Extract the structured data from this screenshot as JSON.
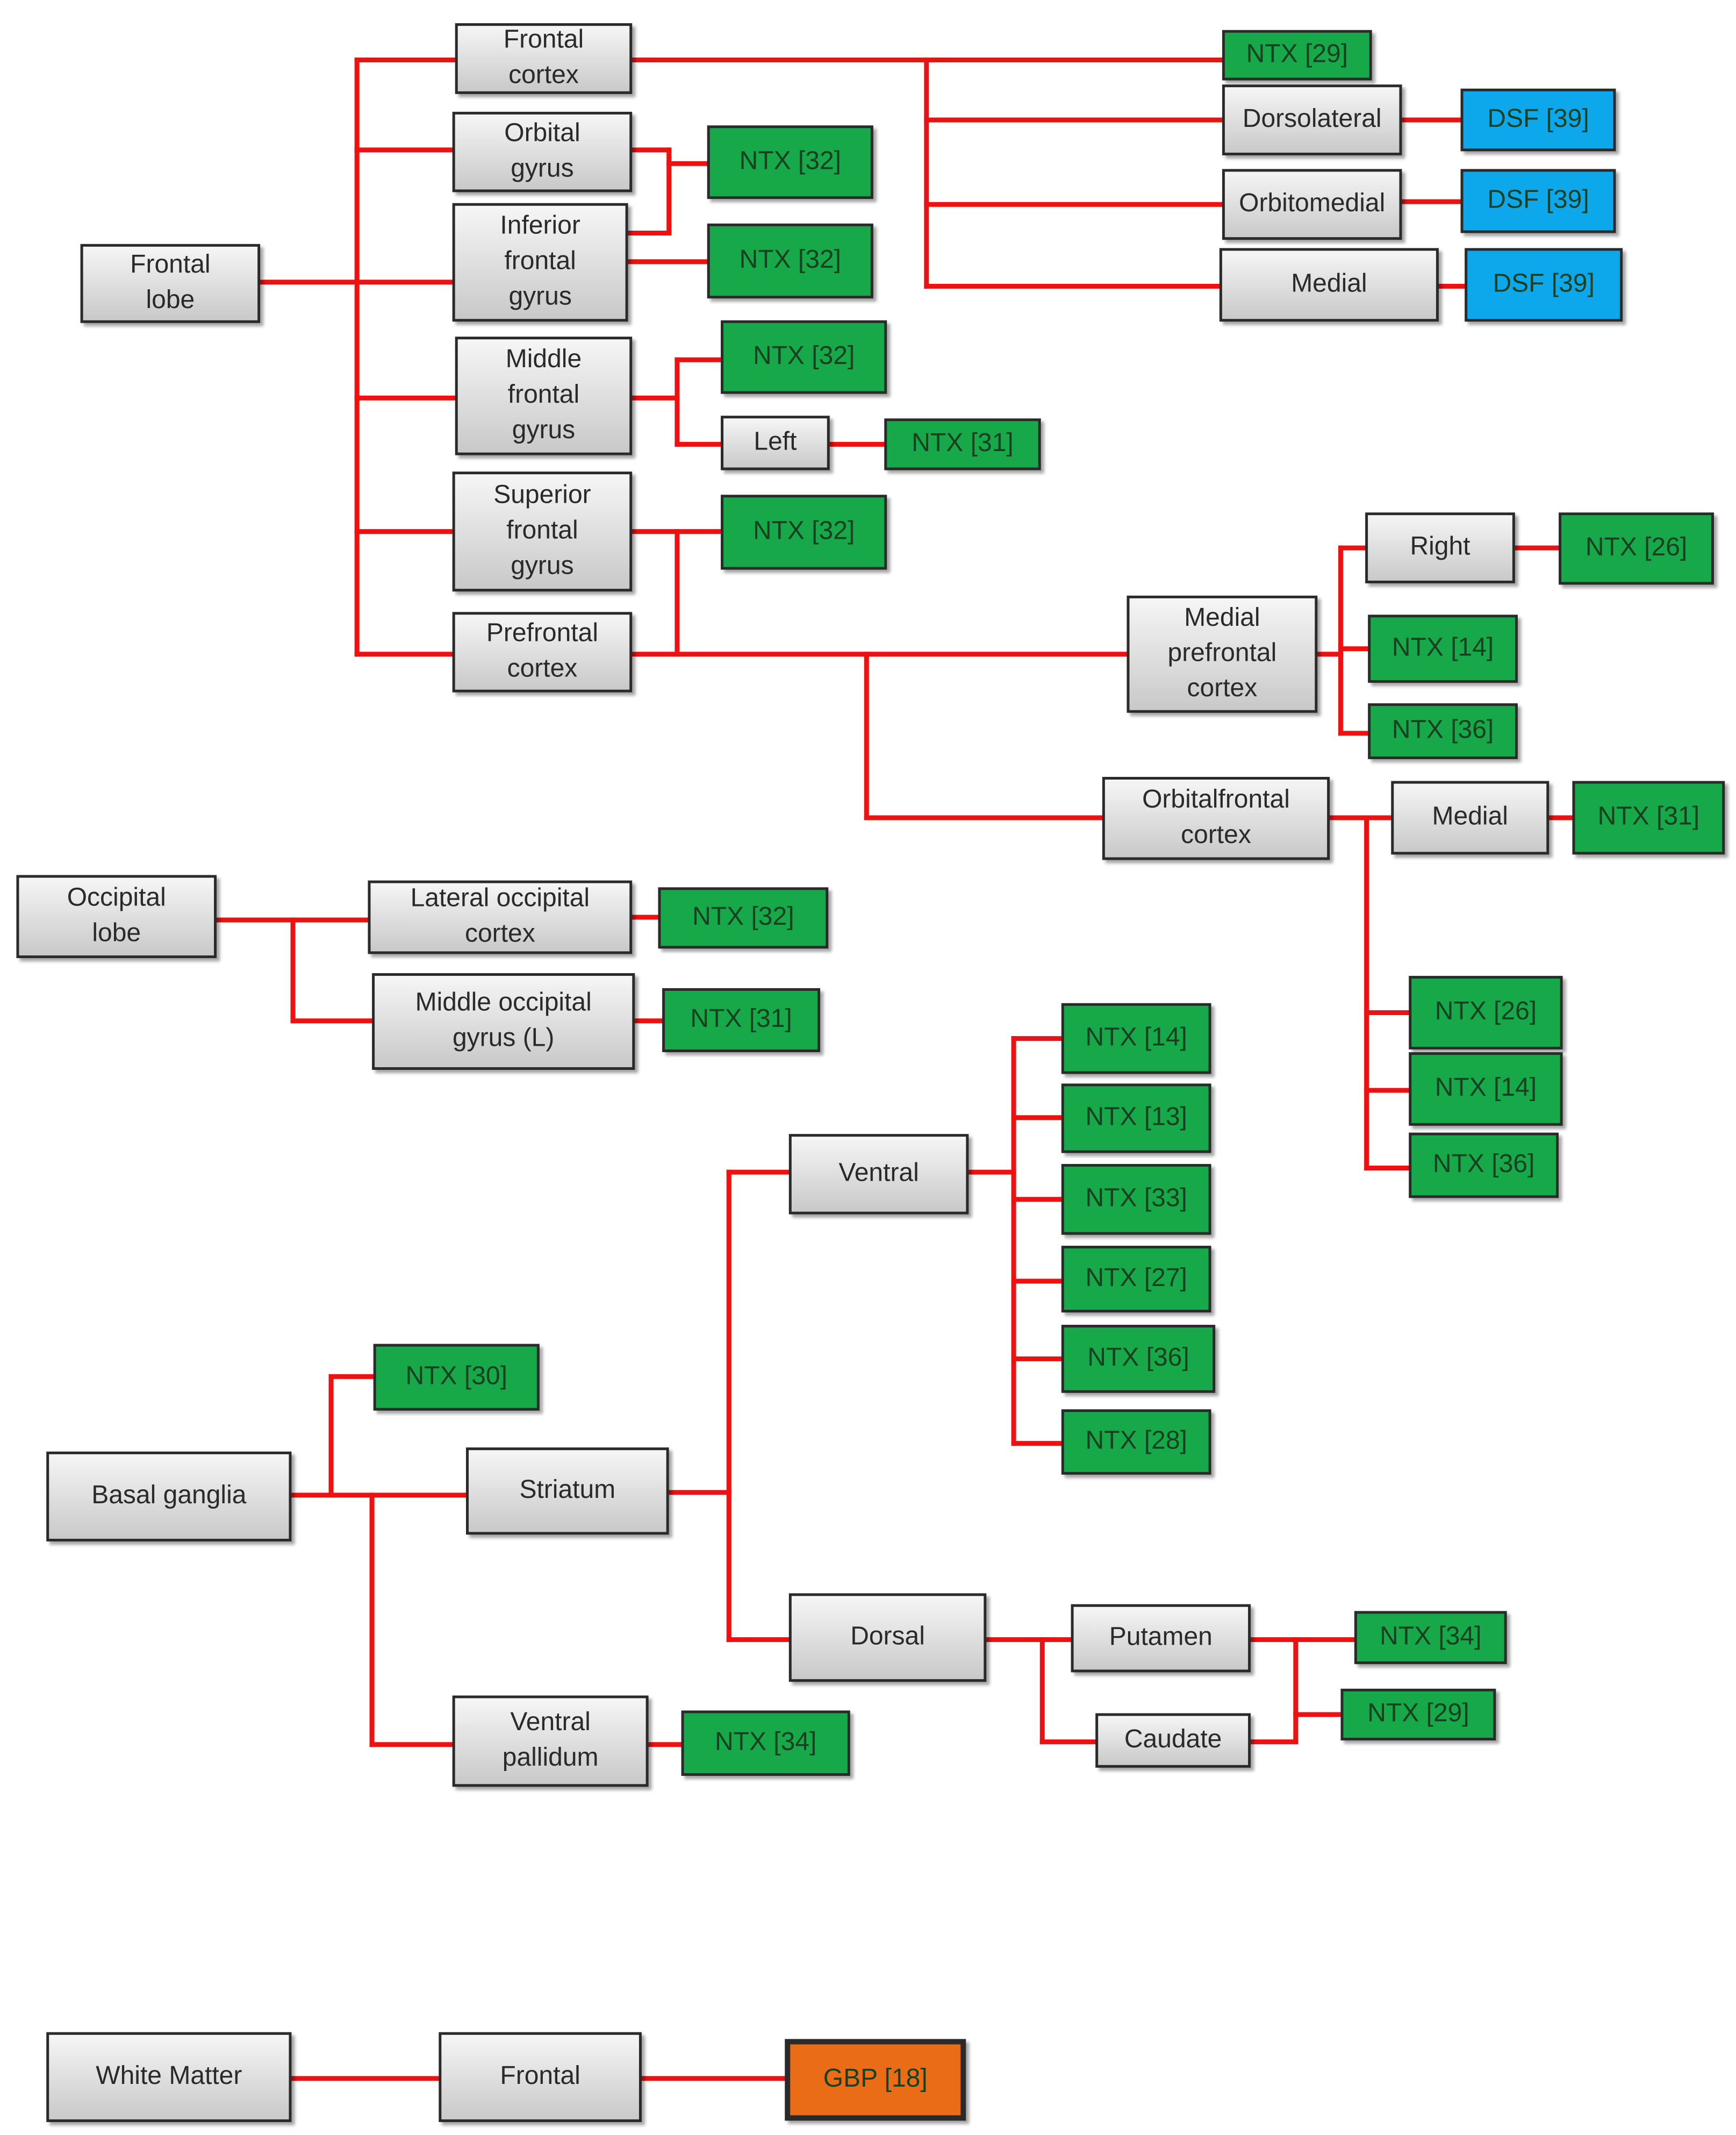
{
  "colors": {
    "connector": "#ee1111",
    "gray_top": "#f6f6f6",
    "gray_bottom": "#c8c8c8",
    "green": "#14a84a",
    "blue": "#10a8ec",
    "orange": "#ea6c12",
    "text_dark": "#2a2a2a",
    "text_light": "#16401f",
    "border": "#2b2b2b"
  },
  "nodes": {
    "frontal_lobe": {
      "lines": [
        "Frontal",
        "lobe"
      ],
      "style": "gray"
    },
    "frontal_cortex": {
      "lines": [
        "Frontal",
        "cortex"
      ],
      "style": "gray"
    },
    "orbital_gyrus": {
      "lines": [
        "Orbital",
        "gyrus"
      ],
      "style": "gray"
    },
    "inferior_frontal_gyrus": {
      "lines": [
        "Inferior",
        "frontal",
        "gyrus"
      ],
      "style": "gray"
    },
    "middle_frontal_gyrus": {
      "lines": [
        "Middle",
        "frontal",
        "gyrus"
      ],
      "style": "gray"
    },
    "superior_frontal_gyrus": {
      "lines": [
        "Superior",
        "frontal",
        "gyrus"
      ],
      "style": "gray"
    },
    "prefrontal_cortex": {
      "lines": [
        "Prefrontal",
        "cortex"
      ],
      "style": "gray"
    },
    "ntx_29_frontal": {
      "lines": [
        "NTX [29]"
      ],
      "style": "green"
    },
    "dorsolateral": {
      "lines": [
        "Dorsolateral"
      ],
      "style": "gray"
    },
    "orbitomedial": {
      "lines": [
        "Orbitomedial"
      ],
      "style": "gray"
    },
    "medial_frontal": {
      "lines": [
        "Medial"
      ],
      "style": "gray"
    },
    "dsf_39_a": {
      "lines": [
        "DSF [39]"
      ],
      "style": "blue"
    },
    "dsf_39_b": {
      "lines": [
        "DSF [39]"
      ],
      "style": "blue"
    },
    "dsf_39_c": {
      "lines": [
        "DSF [39]"
      ],
      "style": "blue"
    },
    "ntx_32_orbital": {
      "lines": [
        "NTX [32]"
      ],
      "style": "green"
    },
    "ntx_32_inferior": {
      "lines": [
        "NTX [32]"
      ],
      "style": "green"
    },
    "ntx_32_middle": {
      "lines": [
        "NTX [32]"
      ],
      "style": "green"
    },
    "left_middle": {
      "lines": [
        "Left"
      ],
      "style": "gray"
    },
    "ntx_31_left": {
      "lines": [
        "NTX [31]"
      ],
      "style": "green"
    },
    "ntx_32_superior": {
      "lines": [
        "NTX [32]"
      ],
      "style": "green"
    },
    "medial_prefrontal_cortex": {
      "lines": [
        "Medial",
        "prefrontal",
        "cortex"
      ],
      "style": "gray"
    },
    "right_mpfc": {
      "lines": [
        "Right"
      ],
      "style": "gray"
    },
    "ntx_26_right": {
      "lines": [
        "NTX [26]"
      ],
      "style": "green"
    },
    "ntx_14_mpfc": {
      "lines": [
        "NTX [14]"
      ],
      "style": "green"
    },
    "ntx_36_mpfc": {
      "lines": [
        "NTX [36]"
      ],
      "style": "green"
    },
    "orbitalfrontal_cortex": {
      "lines": [
        "Orbitalfrontal",
        "cortex"
      ],
      "style": "gray"
    },
    "medial_ofc": {
      "lines": [
        "Medial"
      ],
      "style": "gray"
    },
    "ntx_31_medial_ofc": {
      "lines": [
        "NTX [31]"
      ],
      "style": "green"
    },
    "ntx_26_ofc": {
      "lines": [
        "NTX [26]"
      ],
      "style": "green"
    },
    "ntx_14_ofc": {
      "lines": [
        "NTX [14]"
      ],
      "style": "green"
    },
    "ntx_36_ofc": {
      "lines": [
        "NTX [36]"
      ],
      "style": "green"
    },
    "occipital_lobe": {
      "lines": [
        "Occipital",
        "lobe"
      ],
      "style": "gray"
    },
    "lateral_occipital_cortex": {
      "lines": [
        "Lateral occipital",
        "cortex"
      ],
      "style": "gray"
    },
    "middle_occipital_gyrus": {
      "lines": [
        "Middle occipital",
        "gyrus (L)"
      ],
      "style": "gray"
    },
    "ntx_32_lateral_occ": {
      "lines": [
        "NTX [32]"
      ],
      "style": "green"
    },
    "ntx_31_middle_occ": {
      "lines": [
        "NTX [31]"
      ],
      "style": "green"
    },
    "basal_ganglia": {
      "lines": [
        "Basal ganglia"
      ],
      "style": "gray"
    },
    "ntx_30_bg": {
      "lines": [
        "NTX [30]"
      ],
      "style": "green"
    },
    "striatum": {
      "lines": [
        "Striatum"
      ],
      "style": "gray"
    },
    "ventral_pallidum": {
      "lines": [
        "Ventral",
        "pallidum"
      ],
      "style": "gray"
    },
    "ntx_34_vp": {
      "lines": [
        "NTX [34]"
      ],
      "style": "green"
    },
    "ventral_striatum": {
      "lines": [
        "Ventral"
      ],
      "style": "gray"
    },
    "ntx_14_ventral": {
      "lines": [
        "NTX [14]"
      ],
      "style": "green"
    },
    "ntx_13_ventral": {
      "lines": [
        "NTX [13]"
      ],
      "style": "green"
    },
    "ntx_33_ventral": {
      "lines": [
        "NTX [33]"
      ],
      "style": "green"
    },
    "ntx_27_ventral": {
      "lines": [
        "NTX [27]"
      ],
      "style": "green"
    },
    "ntx_36_ventral": {
      "lines": [
        "NTX [36]"
      ],
      "style": "green"
    },
    "ntx_28_ventral": {
      "lines": [
        "NTX [28]"
      ],
      "style": "green"
    },
    "dorsal_striatum": {
      "lines": [
        "Dorsal"
      ],
      "style": "gray"
    },
    "putamen": {
      "lines": [
        "Putamen"
      ],
      "style": "gray"
    },
    "caudate": {
      "lines": [
        "Caudate"
      ],
      "style": "gray"
    },
    "ntx_34_dorsal": {
      "lines": [
        "NTX [34]"
      ],
      "style": "green"
    },
    "ntx_29_dorsal": {
      "lines": [
        "NTX [29]"
      ],
      "style": "green"
    },
    "white_matter": {
      "lines": [
        "White Matter"
      ],
      "style": "gray"
    },
    "frontal_wm": {
      "lines": [
        "Frontal"
      ],
      "style": "gray"
    },
    "gbp_18": {
      "lines": [
        "GBP [18]"
      ],
      "style": "orange"
    }
  }
}
